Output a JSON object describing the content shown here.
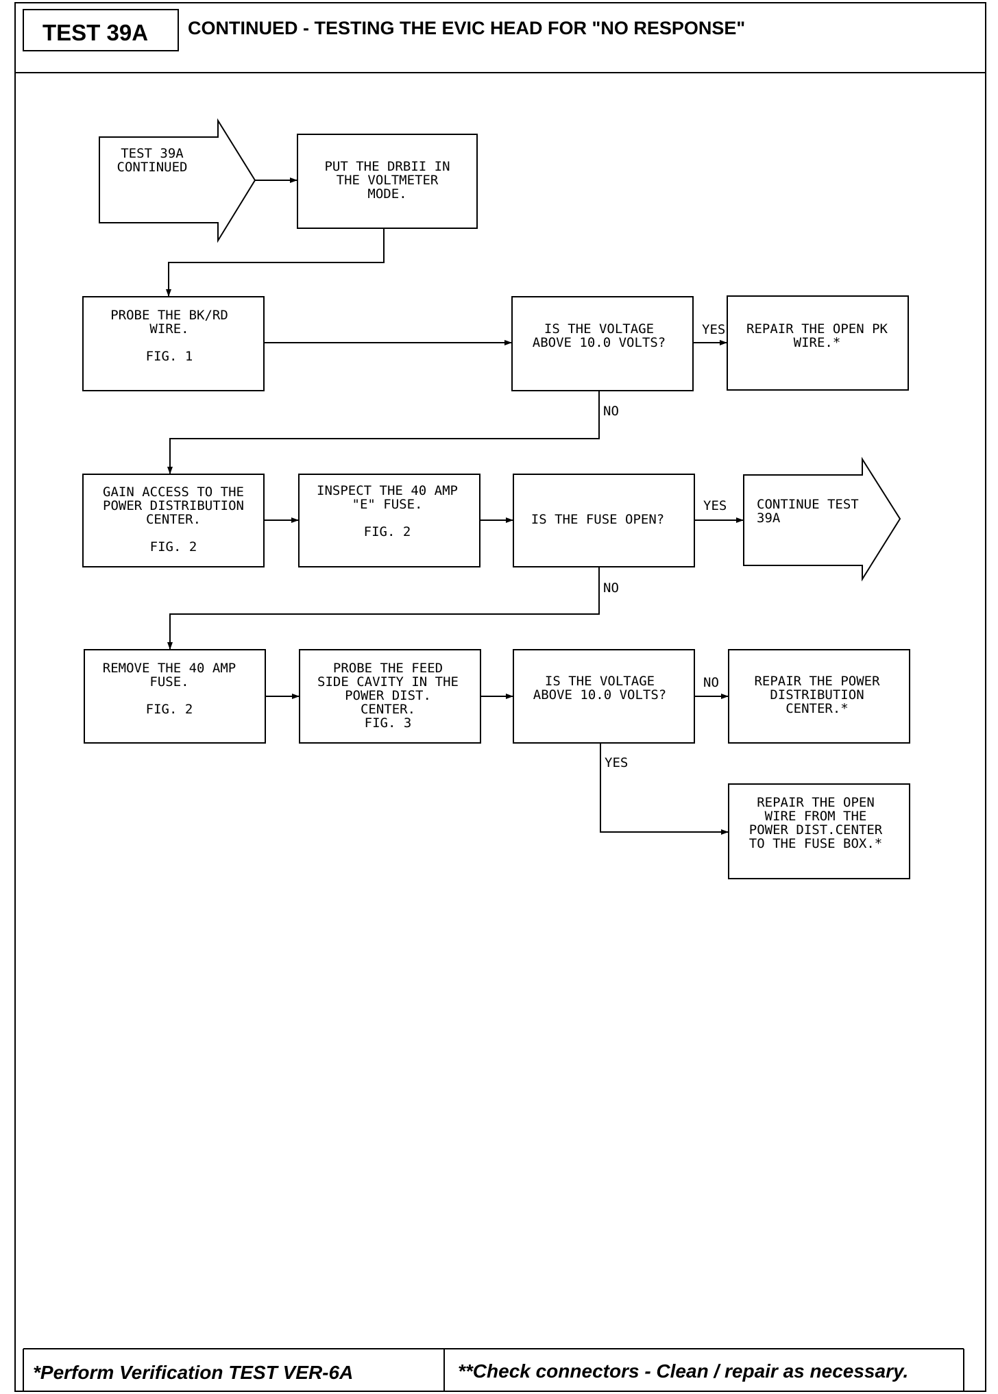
{
  "header": {
    "test_id": "TEST 39A",
    "title": "CONTINUED - TESTING THE EVIC HEAD FOR \"NO RESPONSE\""
  },
  "flow": {
    "start": [
      "TEST 39A",
      "CONTINUED"
    ],
    "voltmeter": [
      "PUT THE DRBII IN",
      "THE VOLTMETER",
      "MODE."
    ],
    "probe_bkrd": [
      "PROBE THE BK/RD",
      "WIRE.",
      "",
      "FIG. 1"
    ],
    "q_voltage_1": [
      "IS THE VOLTAGE",
      "ABOVE 10.0 VOLTS?"
    ],
    "repair_pk": [
      "REPAIR THE OPEN PK",
      "WIRE.*"
    ],
    "gain_access": [
      "GAIN ACCESS TO THE",
      "POWER DISTRIBUTION",
      "CENTER.",
      "",
      "FIG. 2"
    ],
    "inspect_fuse": [
      "INSPECT THE 40 AMP",
      "\"E\" FUSE.",
      "",
      "FIG. 2"
    ],
    "q_fuse": [
      "IS THE FUSE OPEN?"
    ],
    "continue_test": [
      "CONTINUE TEST",
      "39A"
    ],
    "remove_fuse": [
      "REMOVE THE 40 AMP",
      "FUSE.",
      "",
      "FIG. 2"
    ],
    "probe_feed": [
      "PROBE THE FEED",
      "SIDE CAVITY IN THE",
      "POWER DIST.",
      "CENTER.",
      "FIG. 3"
    ],
    "q_voltage_2": [
      "IS THE VOLTAGE",
      "ABOVE 10.0 VOLTS?"
    ],
    "repair_pdc": [
      "REPAIR THE POWER",
      "DISTRIBUTION",
      "CENTER.*"
    ],
    "repair_wire": [
      "REPAIR THE OPEN",
      "WIRE FROM THE",
      "POWER DIST.CENTER",
      "TO THE FUSE BOX.*"
    ]
  },
  "edge_labels": {
    "yes_1": "YES",
    "no_1": "NO",
    "yes_2": "YES",
    "no_2": "NO",
    "no_3": "NO",
    "yes_3": "YES"
  },
  "footer": {
    "left": "*Perform Verification TEST VER-6A",
    "right": "**Check connectors - Clean / repair as necessary."
  }
}
